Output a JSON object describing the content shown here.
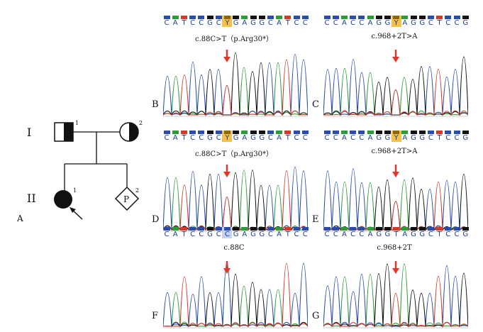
{
  "figure": {
    "pedigree": {
      "panel_label": "A",
      "generation_labels": [
        "I",
        "II"
      ],
      "individuals": {
        "father_num": "1",
        "mother_num": "2",
        "proband_num": "1",
        "fetus_num": "2",
        "fetus_label": "P"
      }
    },
    "panels": [
      {
        "label": "B",
        "seq": "CATCCGCYGAGGCATCC",
        "highlight": 7,
        "hl": "red",
        "caption": "c.88C>T（p.Arg30*）"
      },
      {
        "label": "C",
        "seq": "CCACCAGGYAGGCTCCG",
        "highlight": 8,
        "hl": "red",
        "caption": "c.968+2T>A"
      },
      {
        "label": "D",
        "seq": "CATCCGCYGAGGCATCC",
        "highlight": 7,
        "hl": "red",
        "caption": "c.88C>T（p.Arg30*）"
      },
      {
        "label": "E",
        "seq": "CCACCAGGYAGGCTCCG",
        "highlight": 8,
        "hl": "red",
        "caption": "c.968+2T>A"
      },
      {
        "label": "F",
        "seq": "CATCCGCCGAGGCATCC",
        "highlight": 7,
        "hl": "blue",
        "caption": "c.88C"
      },
      {
        "label": "G",
        "seq": "CCACCAGGTAGGCTCCG",
        "highlight": -1,
        "hl": "none",
        "caption": "c.968+2T"
      }
    ]
  }
}
